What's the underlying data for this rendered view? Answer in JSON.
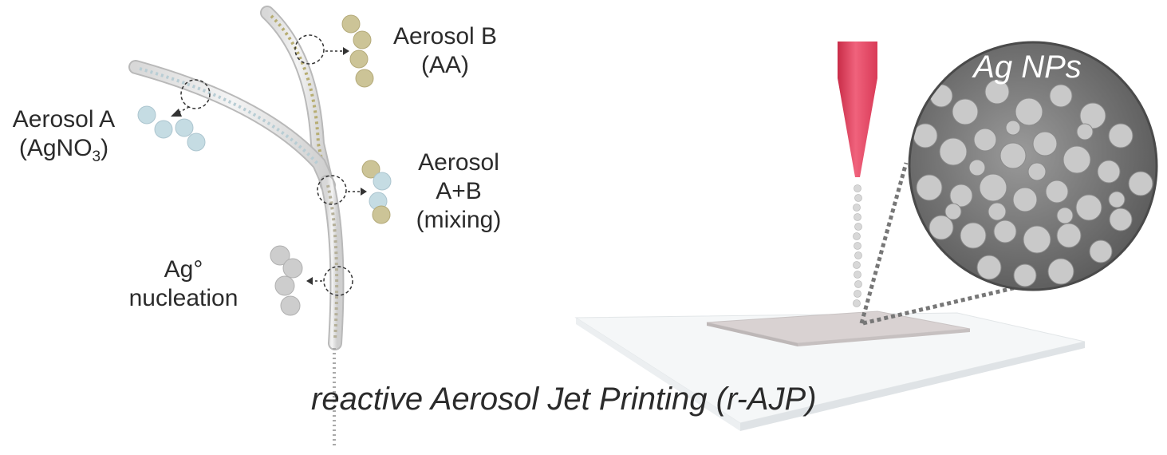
{
  "labels": {
    "aerosol_b": [
      "Aerosol B",
      "(AA)"
    ],
    "aerosol_a": {
      "line1": "Aerosol A",
      "line2_main": "(AgNO",
      "line2_sub": "3",
      "line2_end": ")"
    },
    "aerosol_ab": [
      "Aerosol",
      "A+B",
      "(mixing)"
    ],
    "nucleation": [
      "Ag°",
      "nucleation"
    ],
    "ag_nps": "Ag NPs",
    "caption": "reactive Aerosol Jet Printing (r-AJP)"
  },
  "colors": {
    "aerosol_a_particle": "#bcd6df",
    "aerosol_b_particle": "#c4ba85",
    "nucleation_particle": "#c8c8c8",
    "nozzle": "#e8405f",
    "substrate": "#e4e4e4",
    "sem_bg": "#6b6b6b"
  }
}
